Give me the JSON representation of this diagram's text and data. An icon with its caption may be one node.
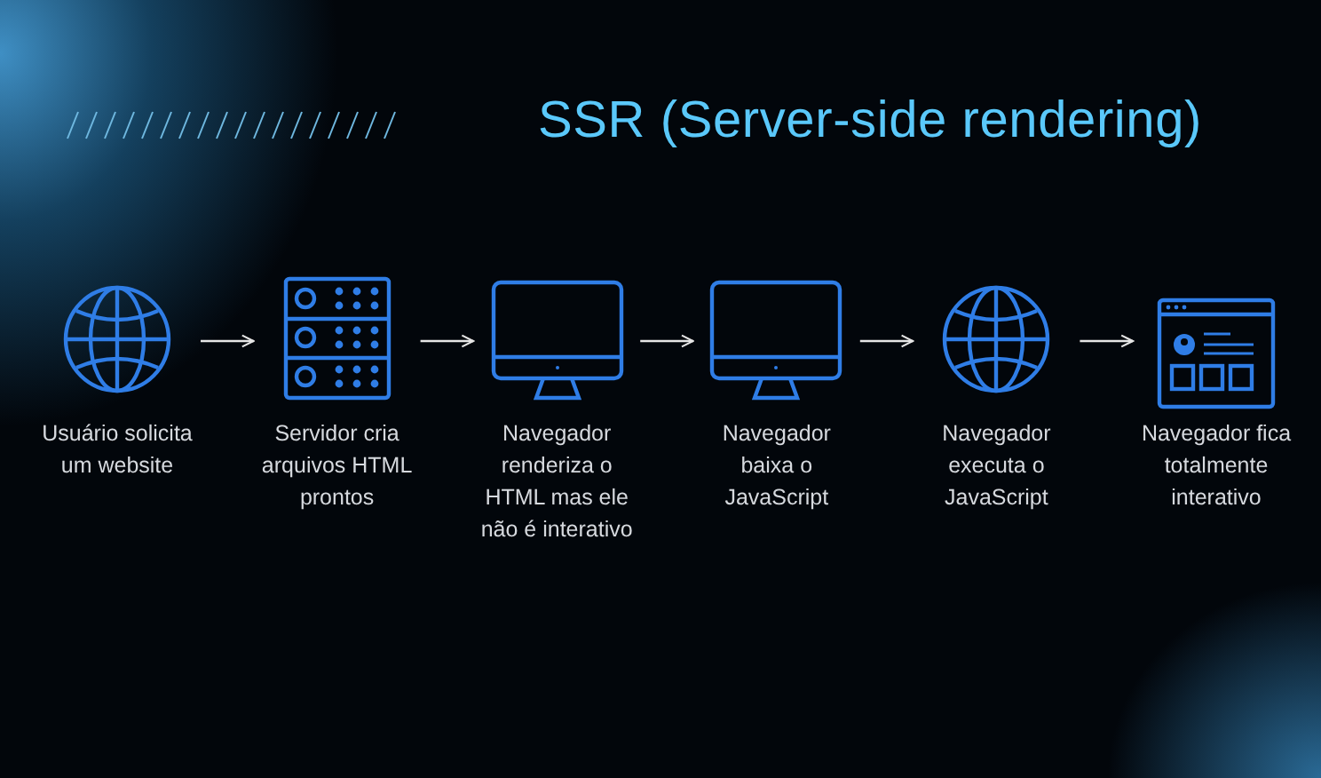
{
  "diagram": {
    "title": "SSR (Server-side rendering)",
    "nodes": [
      {
        "text": [
          "Usuário solicita um website"
        ]
      },
      {
        "text": [
          "Servidor cria arquivos HTML prontos"
        ]
      },
      {
        "text": [
          "Navegador renderiza o HTML mas ele não é interativo"
        ]
      },
      {
        "text": [
          "Navegador baixa o JavaScript"
        ]
      },
      {
        "text": [
          "Navegador executa o JavaScript"
        ]
      },
      {
        "text": [
          "Navegador fica totalmente interativo"
        ]
      }
    ],
    "edges": [
      {
        "from": 0,
        "to": 1,
        "arrow": "to"
      },
      {
        "from": 1,
        "to": 2,
        "arrow": "to"
      },
      {
        "from": 2,
        "to": 3,
        "arrow": "to"
      },
      {
        "from": 3,
        "to": 4,
        "arrow": "to"
      },
      {
        "from": 4,
        "to": 5,
        "arrow": "to"
      }
    ]
  }
}
